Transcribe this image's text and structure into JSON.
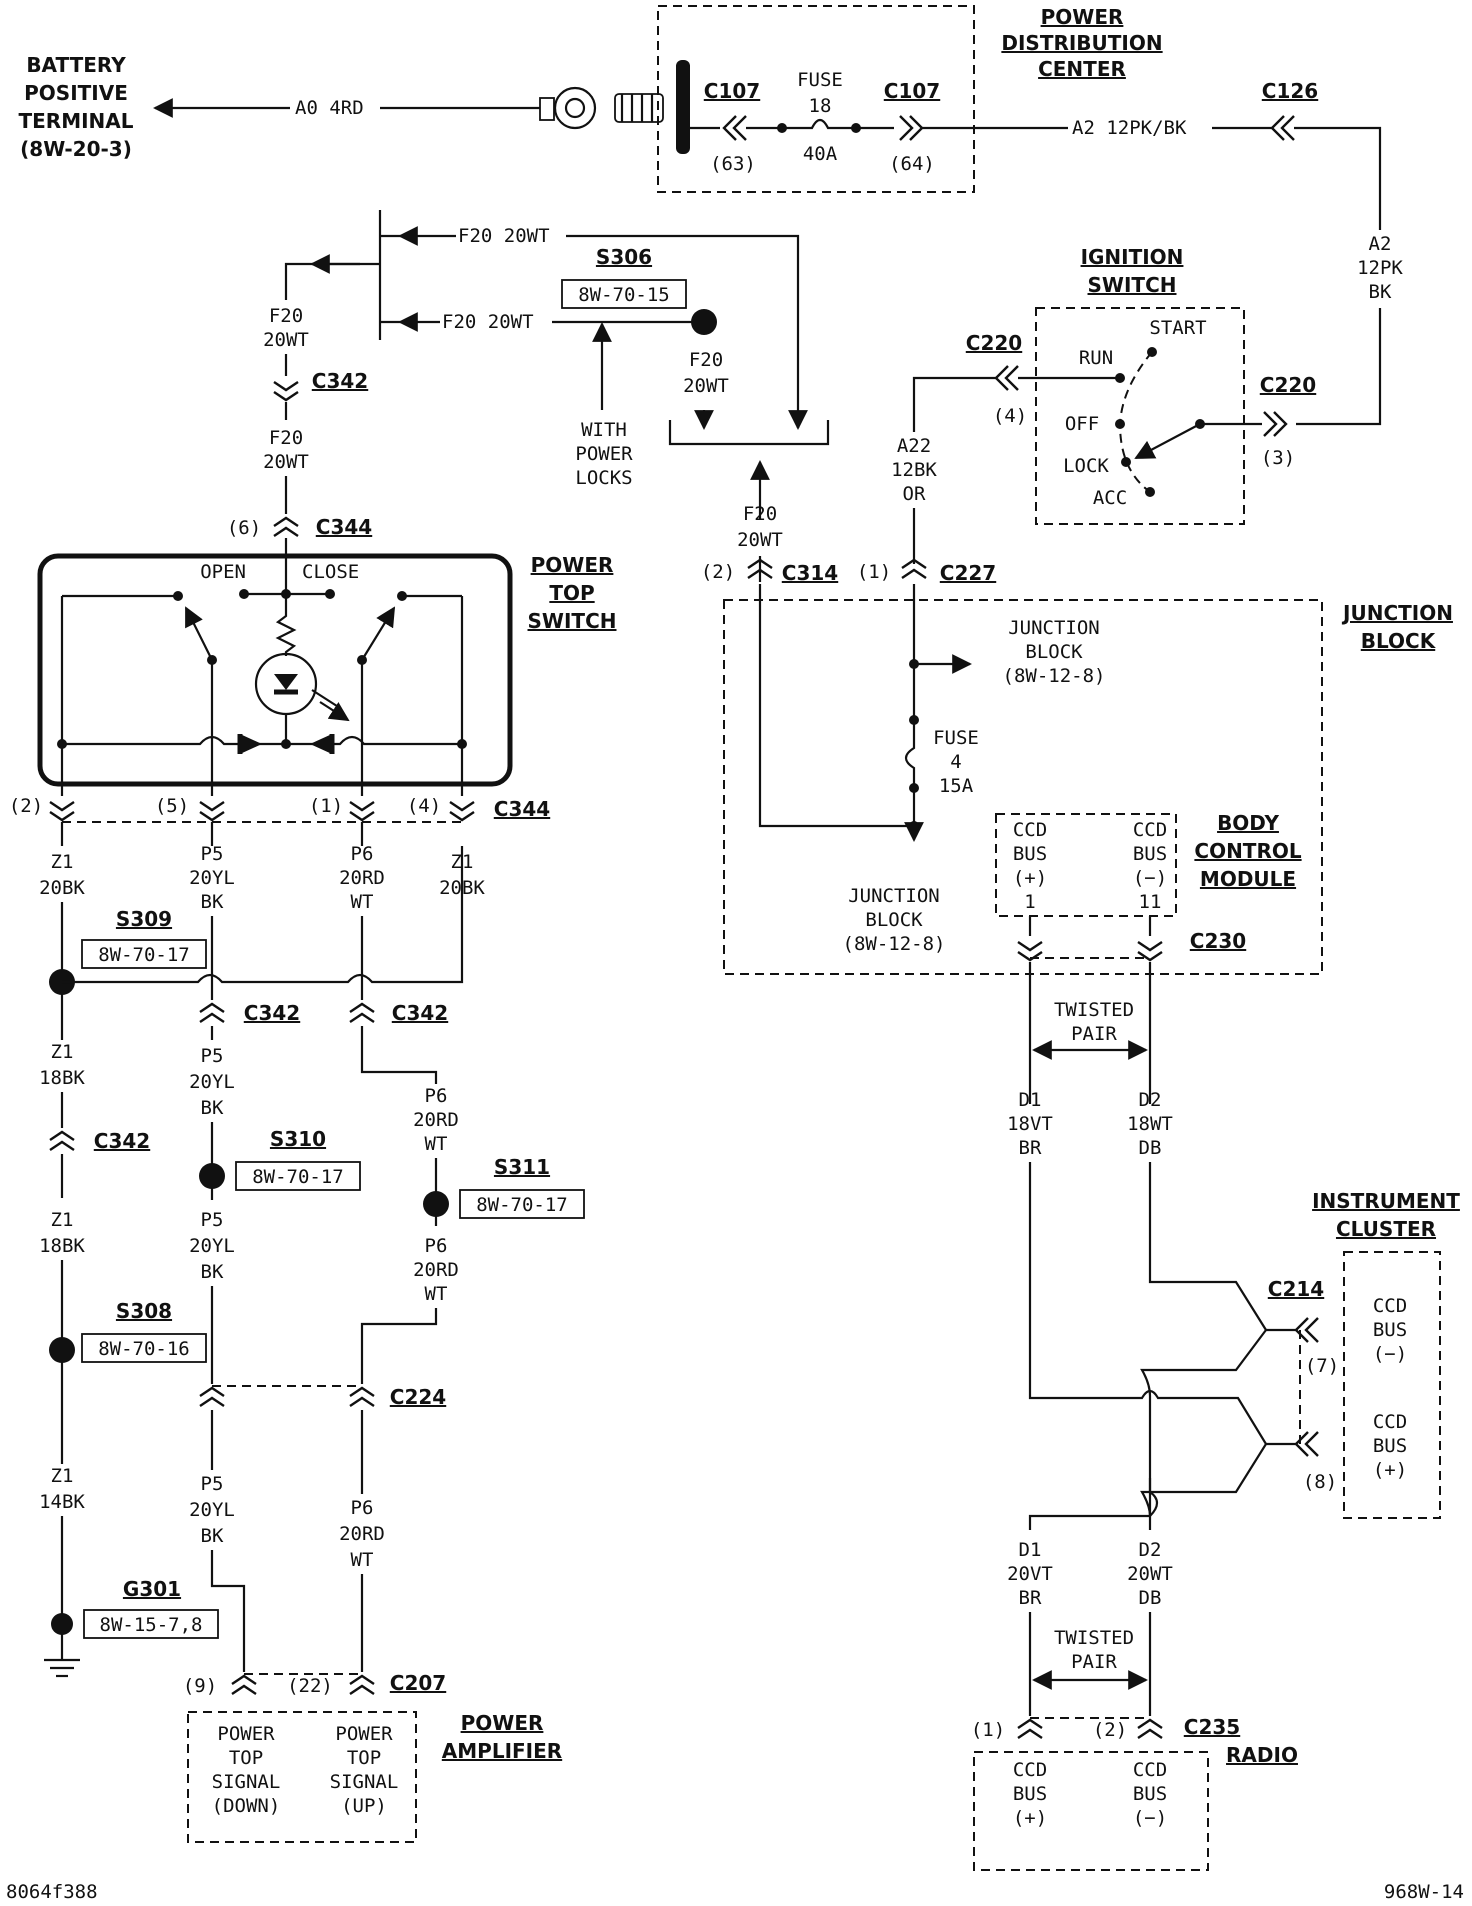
{
  "labels": {
    "battery_l1": "BATTERY",
    "battery_l2": "POSITIVE",
    "battery_l3": "TERMINAL",
    "battery_ref": "(8W-20-3)",
    "wire_a0": "A0 4RD",
    "pdc_l1": "POWER",
    "pdc_l2": "DISTRIBUTION",
    "pdc_l3": "CENTER",
    "c107": "C107",
    "fuse18_l1": "FUSE",
    "fuse18_l2": "18",
    "fuse18_l3": "40A",
    "pin63": "(63)",
    "pin64": "(64)",
    "wire_a2_h": "A2 12PK/BK",
    "c126": "C126",
    "wire_a2_v1": "A2",
    "wire_a2_v2": "12PK",
    "wire_a2_v3": "BK",
    "ign_l1": "IGNITION",
    "ign_l2": "SWITCH",
    "start": "START",
    "run": "RUN",
    "off": "OFF",
    "lock": "LOCK",
    "acc": "ACC",
    "c220": "C220",
    "pin4": "(4)",
    "pin3": "(3)",
    "wire_a22_1": "A22",
    "wire_a22_2": "12BK",
    "wire_a22_3": "OR",
    "f20_20wt": "F20 20WT",
    "f20": "F20",
    "w20wt": "20WT",
    "s306": "S306",
    "ref_70_15": "8W-70-15",
    "with_l1": "WITH",
    "with_l2": "POWER",
    "with_l3": "LOCKS",
    "c342": "C342",
    "c344": "C344",
    "pin6": "(6)",
    "open": "OPEN",
    "close": "CLOSE",
    "pts_l1": "POWER",
    "pts_l2": "TOP",
    "pts_l3": "SWITCH",
    "c314": "C314",
    "c227": "C227",
    "pin2": "(2)",
    "pin1": "(1)",
    "jb_l1": "JUNCTION",
    "jb_l2": "BLOCK",
    "jb_in_1": "JUNCTION",
    "jb_in_2": "BLOCK",
    "jb_in_3": "(8W-12-8)",
    "fuse4_l1": "FUSE",
    "fuse4_l2": "4",
    "fuse4_l3": "15A",
    "ccd": "CCD",
    "bus": "BUS",
    "plus": "(+)",
    "minus": "(−)",
    "n1": "1",
    "n11": "11",
    "bcm_l1": "BODY",
    "bcm_l2": "CONTROL",
    "bcm_l3": "MODULE",
    "c230": "C230",
    "pin5": "(5)",
    "z1": "Z1",
    "w20bk": "20BK",
    "w18bk": "18BK",
    "w14bk": "14BK",
    "p5": "P5",
    "w20yl": "20YL",
    "bk": "BK",
    "p6": "P6",
    "w20rd": "20RD",
    "wt": "WT",
    "s309": "S309",
    "ref_70_17": "8W-70-17",
    "s310": "S310",
    "s311": "S311",
    "s308": "S308",
    "ref_70_16": "8W-70-16",
    "c224": "C224",
    "g301": "G301",
    "ref_15_78": "8W-15-7,8",
    "c207": "C207",
    "pin9": "(9)",
    "pin22": "(22)",
    "pa_s1": "POWER",
    "pa_s2": "TOP",
    "pa_s3": "SIGNAL",
    "pa_down": "(DOWN)",
    "pa_up": "(UP)",
    "pamp_l1": "POWER",
    "pamp_l2": "AMPLIFIER",
    "twisted": "TWISTED",
    "pair": "PAIR",
    "d1": "D1",
    "d2": "D2",
    "w18vt": "18VT",
    "w18wt": "18WT",
    "w20vt": "20VT",
    "br": "BR",
    "db": "DB",
    "ic_l1": "INSTRUMENT",
    "ic_l2": "CLUSTER",
    "c214": "C214",
    "pin7": "(7)",
    "pin8": "(8)",
    "c235": "C235",
    "radio": "RADIO",
    "fig_id": "8064f388",
    "page_ref": "968W-14"
  }
}
